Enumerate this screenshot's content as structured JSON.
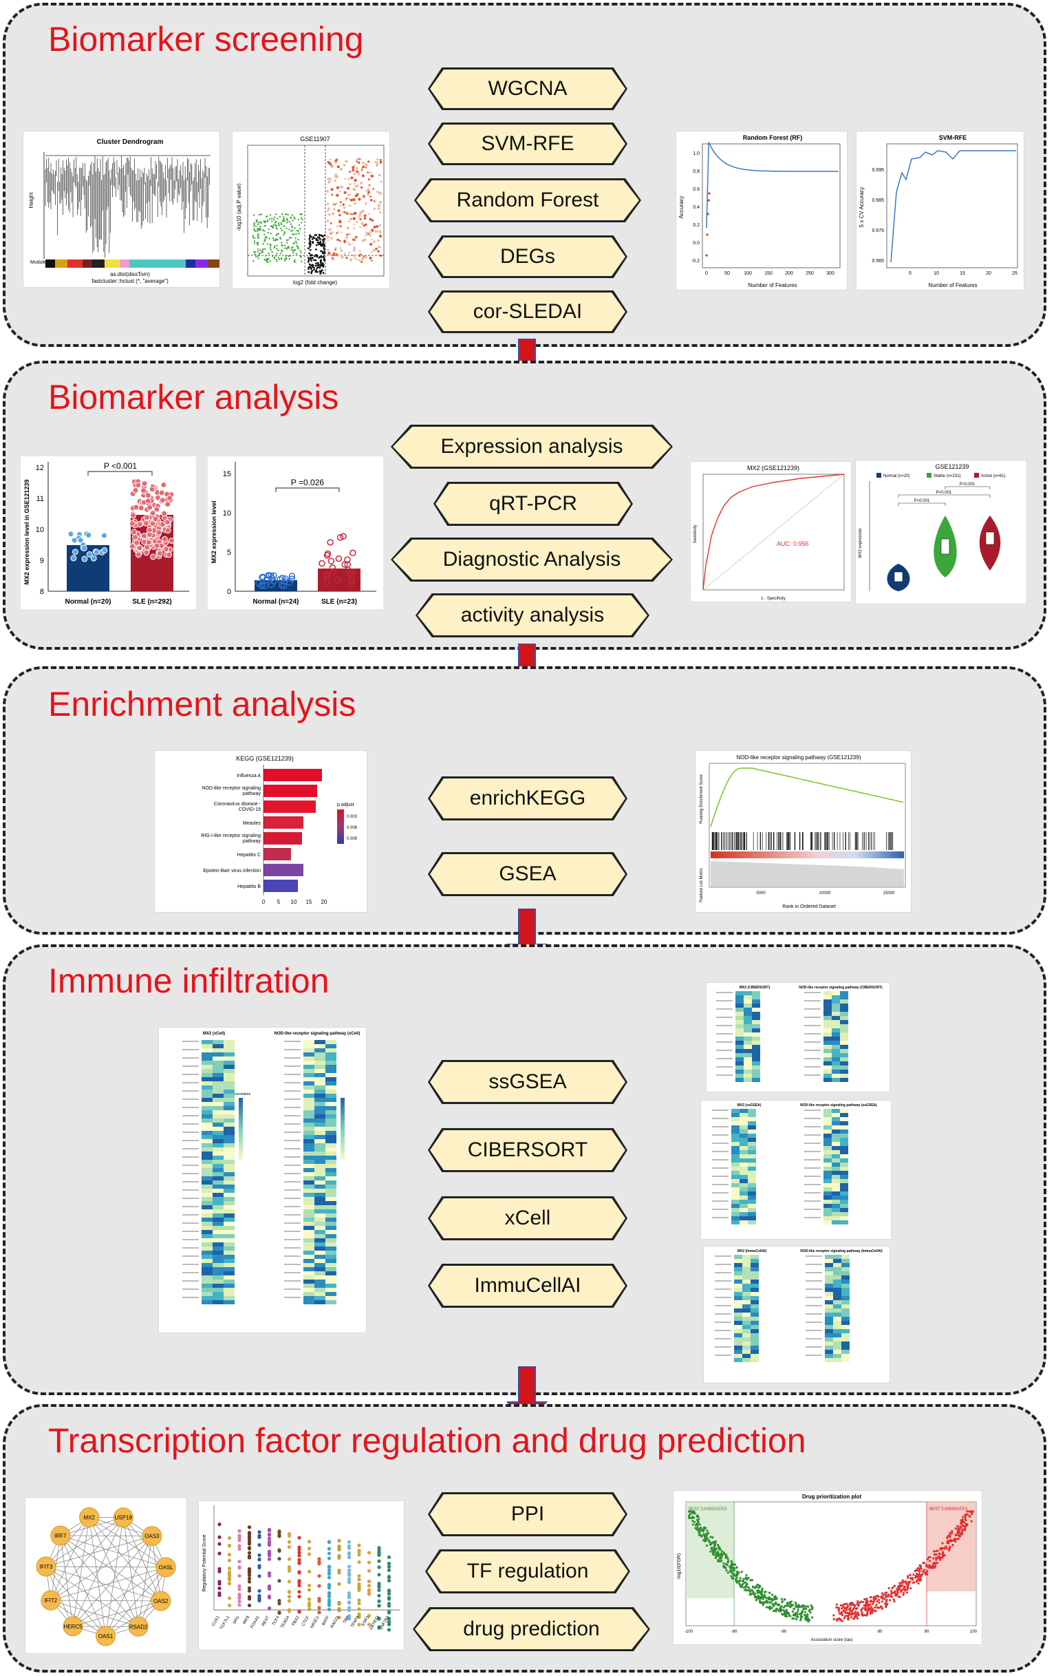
{
  "colors": {
    "title_red": "#e3151a",
    "pill_fill": "#fdf1c5",
    "section_bg": "#e8e7e8",
    "arrow_red": "#d2141b",
    "arrow_blue": "#3b4ea3"
  },
  "sections": [
    {
      "title": "Biomarker screening",
      "steps": [
        "WGCNA",
        "SVM-RFE",
        "Random Forest",
        "DEGs",
        "cor-SLEDAI"
      ]
    },
    {
      "title": "Biomarker analysis",
      "steps": [
        "Expression analysis",
        "qRT-PCR",
        "Diagnostic Analysis",
        "activity analysis"
      ]
    },
    {
      "title": "Enrichment analysis",
      "steps": [
        "enrichKEGG",
        "GSEA"
      ]
    },
    {
      "title": "Immune infiltration",
      "steps": [
        "ssGSEA",
        "CIBERSORT",
        "xCell",
        "ImmuCellAI"
      ]
    },
    {
      "title": "Transcription factor regulation and drug prediction",
      "steps": [
        "PPI",
        "TF regulation",
        "drug prediction"
      ]
    }
  ],
  "panels": {
    "dendrogram": {
      "title": "Cluster Dendrogram",
      "ylabel": "Height",
      "module_label": "Module colors",
      "xlabel1": "as.dist(dissTom)",
      "xlabel2": "fastcluster::hclust (*, \"average\")"
    },
    "volcano": {
      "title": "GSE11907",
      "ylabel": "-log10 (adj.P value)",
      "xlabel": "log2 (fold change)"
    },
    "rf": {
      "title": "Random Forest (RF)",
      "ylabel": "Accuracy",
      "xlabel": "Number of Features",
      "xticks": [
        "0",
        "50",
        "100",
        "150",
        "200",
        "250",
        "300"
      ],
      "yticks": [
        "-0.2",
        "0.0",
        "0.2",
        "0.4",
        "0.6",
        "0.8",
        "1.0"
      ]
    },
    "svm": {
      "title": "SVM-RFE",
      "ylabel": "5 x CV Accuracy",
      "xlabel": "Number of Features",
      "xticks": [
        "5",
        "10",
        "15",
        "20",
        "25"
      ],
      "yticks": [
        "0.965",
        "0.975",
        "0.985",
        "0.995"
      ]
    },
    "expr1": {
      "ylabel": "MX2 expression level in GSE121239",
      "pval": "P <0.001",
      "cat1": "Normal (n=20)",
      "cat2": "SLE (n=292)",
      "yticks": [
        "8",
        "9",
        "10",
        "11",
        "12"
      ]
    },
    "expr2": {
      "ylabel": "MX2 expression level",
      "pval": "P =0.026",
      "cat1": "Normal (n=24)",
      "cat2": "SLE (n=23)",
      "yticks": [
        "0",
        "5",
        "10",
        "15"
      ]
    },
    "roc": {
      "title": "MX2 (GSE121239)",
      "auc": "AUC: 0.956",
      "ylabel": "Sensitivity",
      "xlabel": "1 - Specificity"
    },
    "violin": {
      "title": "GSE121239",
      "leg1": "Normal (n=20)",
      "leg2": "Stable (n=231)",
      "leg3": "Active (n=61)",
      "ylabel": "MX2 expression",
      "p1": "P<0.001",
      "p2": "P<0.001",
      "p3": "P<0.001"
    },
    "kegg": {
      "title": "KEGG (GSE121239)",
      "terms": [
        "Influenza A",
        "NOD-like receptor signaling pathway",
        "Coronavirus disease - COVID-19",
        "Measles",
        "RIG-I-like receptor signaling pathway",
        "Hepatitis C",
        "Epstein-Barr virus infection",
        "Hepatitis B"
      ],
      "legend_title": "p.adjust",
      "legend_ticks": [
        "0.003",
        "0.006",
        "0.009"
      ],
      "xticks": [
        "0",
        "5",
        "10",
        "15",
        "20"
      ]
    },
    "gsea": {
      "title": "NOD-like receptor signaling pathway (GSE121239)",
      "ylabel1": "Running Enrichment Score",
      "ylabel2": "Ranked List Metric",
      "xlabel": "Rank in Ordered Dataset",
      "xticks": [
        "5000",
        "10000",
        "15000"
      ]
    },
    "xcell": {
      "title1": "MX2 (xCell)",
      "title2": "NOD-like receptor signaling pathway (xCell)",
      "legend": "correlation"
    },
    "cibersort": {
      "title1": "MX2 (CIBERSORT)",
      "title2": "NOD-like receptor signaling pathway (CIBERSORT)"
    },
    "ssgsea": {
      "title1": "MX2 (ssGSEA)",
      "title2": "NOD-like receptor signaling pathway (ssGSEA)"
    },
    "immucellai": {
      "title1": "MX2 (ImmuCellAI)",
      "title2": "NOD-like receptor signaling pathway (ImmuCellAI)"
    },
    "ppi": {
      "nodes": [
        "MX2",
        "USP18",
        "OAS3",
        "OASL",
        "OAS2",
        "RSAD2",
        "OAS1",
        "HERC5",
        "IFIT2",
        "IFIT3",
        "IRF7"
      ]
    },
    "tf": {
      "ylabel": "Regulatory Potential Score",
      "genes": [
        "CUX1",
        "TCF7L1",
        "SPI1",
        "IRF8",
        "FOXA1",
        "REST",
        "TCF4",
        "TEAD4",
        "PBX2",
        "CTCF",
        "NR3C1",
        "BATF",
        "RAD21",
        "TBP",
        "TFAP4",
        "ESR1",
        "ZBTB33",
        "ZNF263"
      ]
    },
    "drug": {
      "title": "Drug prioritization plot",
      "label_left": "BEST CANDIDATES",
      "label_right": "BEST CANDIDATES",
      "ylabel": "-log10(FDR)",
      "xlabel": "Association score (tau)",
      "xticks": [
        "-100",
        "-90",
        "-80",
        "80",
        "90",
        "100"
      ]
    }
  }
}
